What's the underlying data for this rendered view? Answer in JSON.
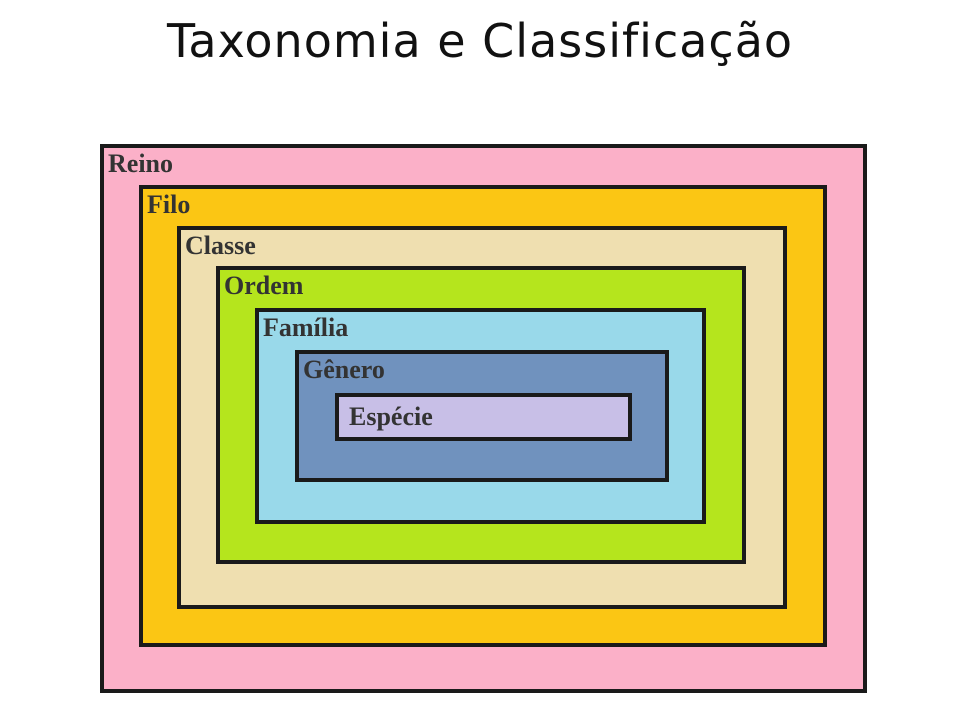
{
  "title": "Taxonomia e Classificação",
  "levels": [
    {
      "label": "Reino",
      "color": "#fbb0c8"
    },
    {
      "label": "Filo",
      "color": "#fbc614"
    },
    {
      "label": "Classe",
      "color": "#efdfb0"
    },
    {
      "label": "Ordem",
      "color": "#b5e51d"
    },
    {
      "label": "Família",
      "color": "#99d9ea"
    },
    {
      "label": "Gênero",
      "color": "#7092be"
    },
    {
      "label": "Espécie",
      "color": "#c8bfe7"
    }
  ]
}
